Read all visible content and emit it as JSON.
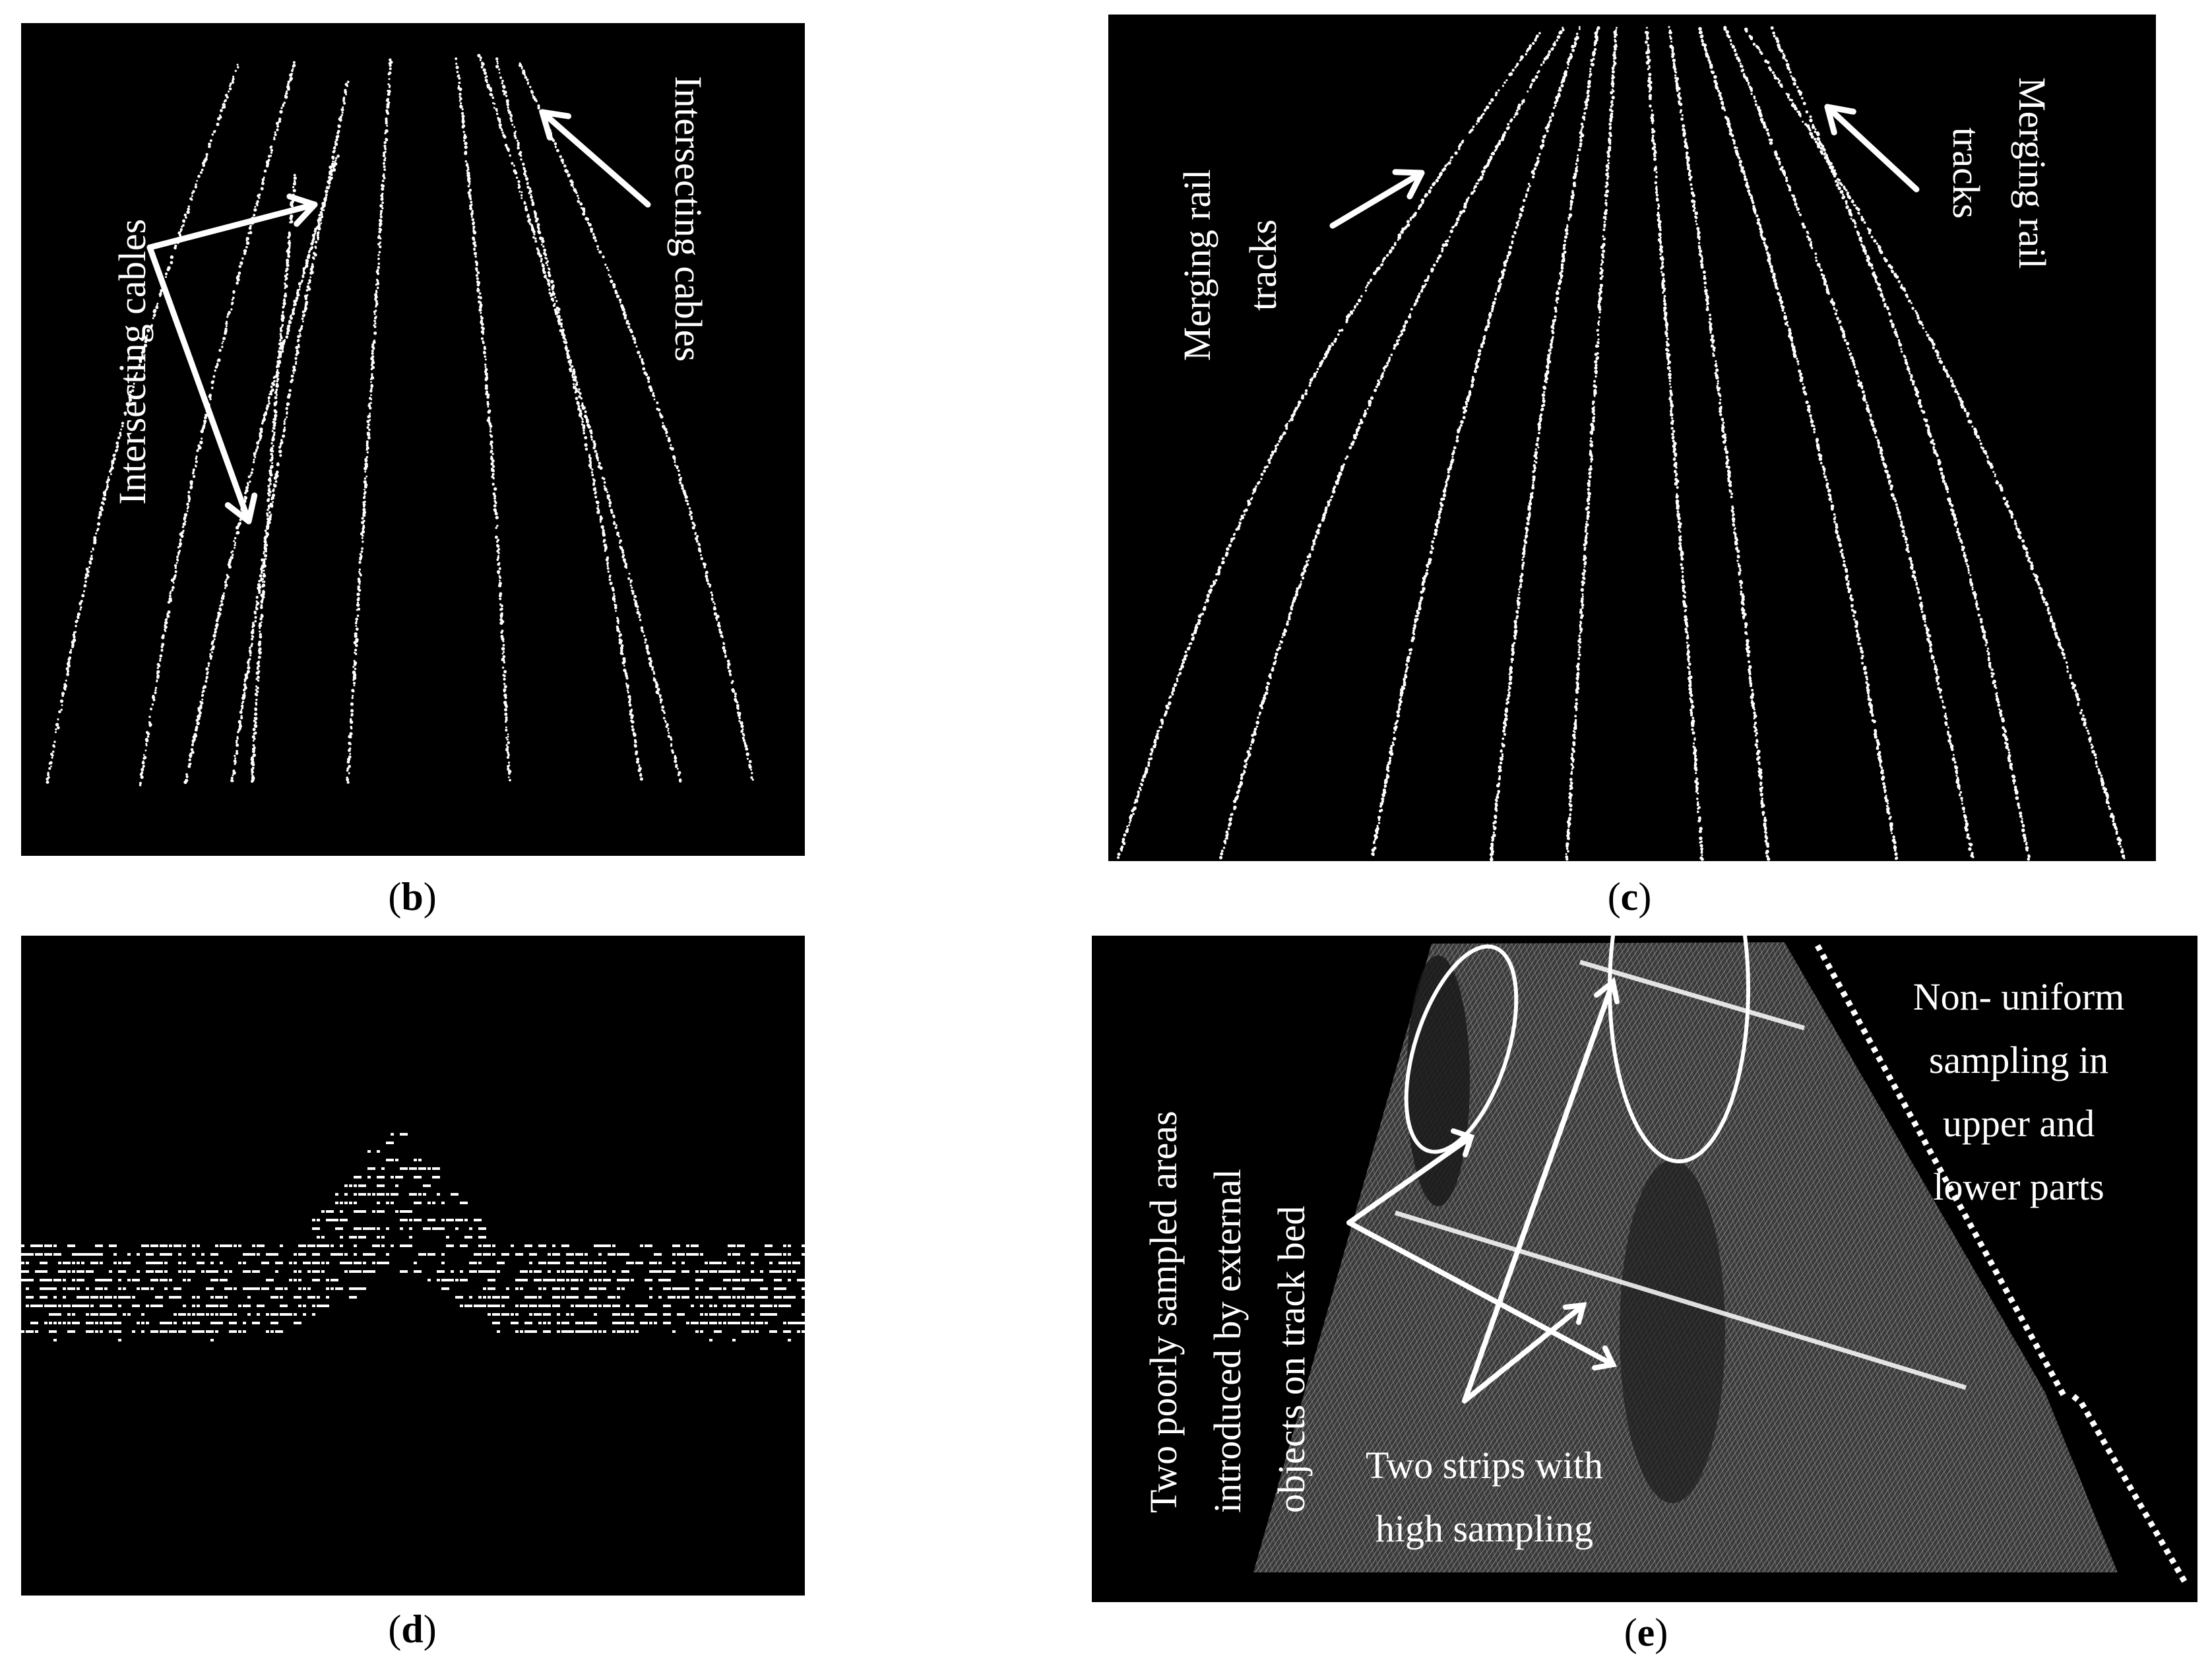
{
  "figure": {
    "panels": {
      "b": {
        "caption_open": "(",
        "caption_letter": "b",
        "caption_close": ")",
        "annotations": [
          "Intersecting cables",
          "Intersecting cables"
        ]
      },
      "c": {
        "caption_open": "(",
        "caption_letter": "c",
        "caption_close": ")",
        "annotations": [
          {
            "line1": "Merging rail",
            "line2": "tracks"
          },
          {
            "line1": "Merging rail",
            "line2": "tracks"
          }
        ]
      },
      "d": {
        "caption_open": "(",
        "caption_letter": "d",
        "caption_close": ")"
      },
      "e": {
        "caption_open": "(",
        "caption_letter": "e",
        "caption_close": ")",
        "vertical_note": {
          "line1": "Two poorly sampled areas",
          "line2": "introduced by external",
          "line3": "objects on track bed"
        },
        "strips_note": {
          "line1": "Two strips with",
          "line2": "high sampling"
        },
        "nonuniform_note": [
          "Non- uniform",
          "sampling in",
          "upper and",
          "lower parts"
        ]
      }
    }
  }
}
